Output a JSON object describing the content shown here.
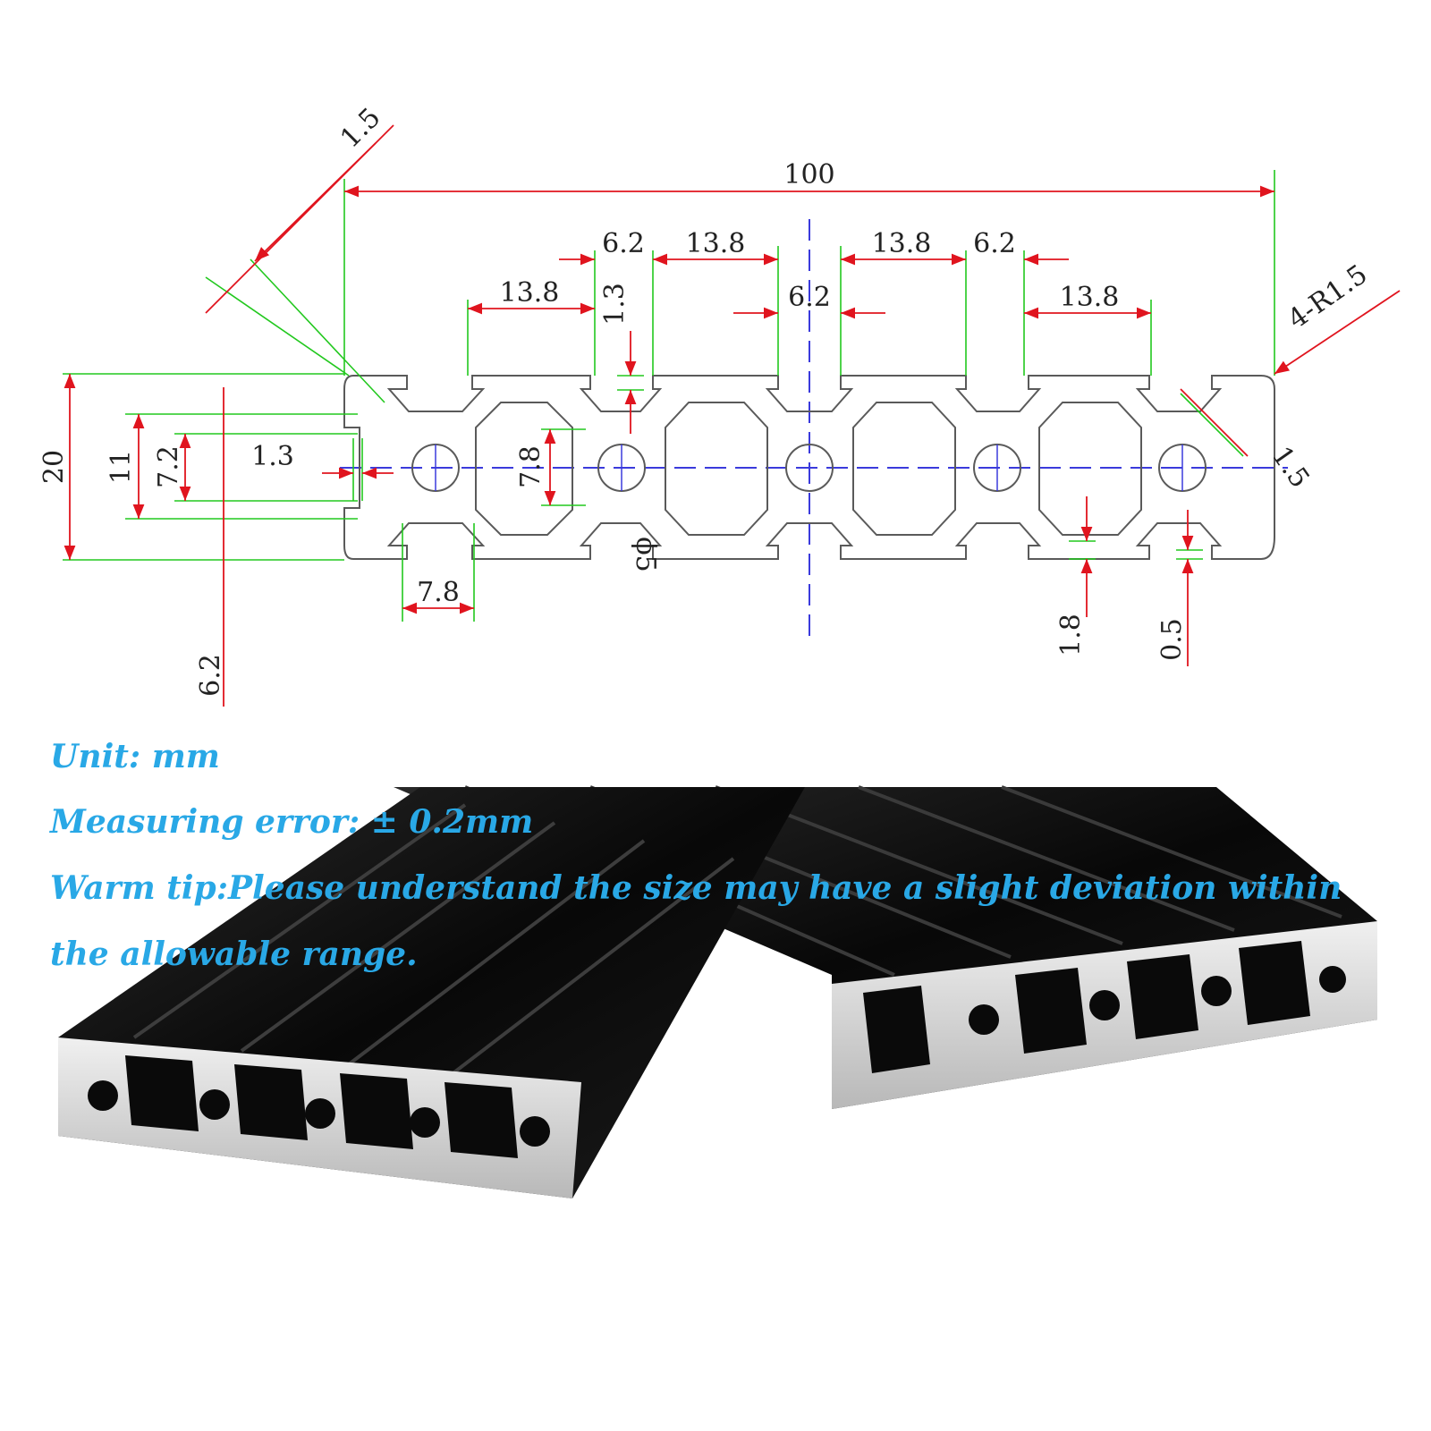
{
  "drawing": {
    "dims": {
      "overall_width": "100",
      "chamfer_top": "1.5",
      "slot_opening_left": "6.2",
      "pitch_left_a": "13.8",
      "pitch_left_b": "13.8",
      "center_slot": "6.2",
      "pitch_right_a": "13.8",
      "slot_opening_right": "6.2",
      "pitch_right_b": "13.8",
      "corner_radius": "4-R1.5",
      "slot_lip": "1.3",
      "height": "20",
      "slot_depth": "11",
      "slot_inner": "7.2",
      "wall_thickness": "1.3",
      "core_height": "7.8",
      "hole_diameter": "ϕ5",
      "bottom_width": "7.8",
      "slot_bottom": "6.2",
      "rib": "1.8",
      "relief": "0.5",
      "chamfer_right": "1.5"
    }
  },
  "notes": {
    "unit": "Unit:  mm",
    "error": "Measuring error: ± 0.2mm",
    "tip_line1": "Warm tip:Please understand the size may have a slight deviation within",
    "tip_line2": "the allowable range."
  },
  "colors": {
    "dimension": "#e0141e",
    "extension": "#22c81e",
    "centerline": "#3b3bdc",
    "outline": "#5a5a5a",
    "caption": "#29a8e6"
  }
}
